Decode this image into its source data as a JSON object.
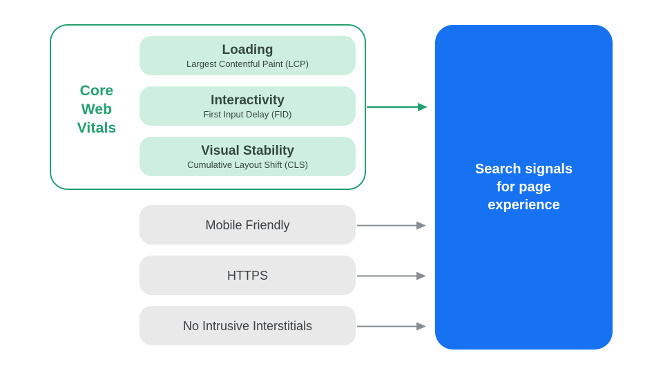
{
  "colors": {
    "green": "#22A06E",
    "green_light": "#CEEFE0",
    "green_text_dark": "#33473D",
    "blue": "#1772F2",
    "gray_pill": "#E9E9EA",
    "gray_text": "#3C4043",
    "arrow_gray": "#878D91",
    "background": "#FFFFFF"
  },
  "core_web_vitals": {
    "label": "Core\nWeb\nVitals",
    "items": [
      {
        "title": "Loading",
        "subtitle": "Largest Contentful Paint (LCP)"
      },
      {
        "title": "Interactivity",
        "subtitle": "First Input Delay (FID)"
      },
      {
        "title": "Visual Stability",
        "subtitle": "Cumulative Layout Shift (CLS)"
      }
    ]
  },
  "other_signals": [
    {
      "label": "Mobile Friendly"
    },
    {
      "label": "HTTPS"
    },
    {
      "label": "No Intrusive Interstitials"
    }
  ],
  "result_box": {
    "label": "Search signals\nfor page\nexperience"
  }
}
